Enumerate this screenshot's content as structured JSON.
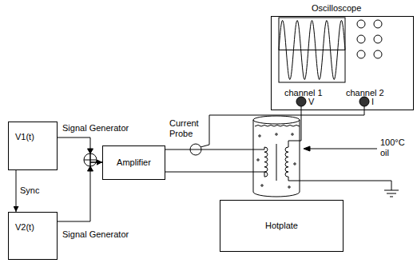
{
  "diagram": {
    "nodes": [
      {
        "text": [
          "Oscilloscope"
        ]
      },
      {
        "text": [
          "V1(t)"
        ]
      },
      {
        "text": [
          "Amplifier"
        ]
      },
      {
        "text": [
          "Hotplate"
        ]
      },
      {
        "text": [
          "V2(t)"
        ]
      }
    ],
    "edges": [
      {
        "from": 1,
        "to": 2,
        "arrow": "to"
      },
      {
        "from": 4,
        "to": 2,
        "arrow": "to"
      },
      {
        "from": 1,
        "to": 4,
        "label": "Sync",
        "arrow": "to"
      }
    ],
    "labels": [
      "channel 1",
      "channel 2",
      "V",
      "I",
      "Signal Generator",
      "Current Probe",
      "100°C oil",
      "Signal Generator"
    ]
  }
}
